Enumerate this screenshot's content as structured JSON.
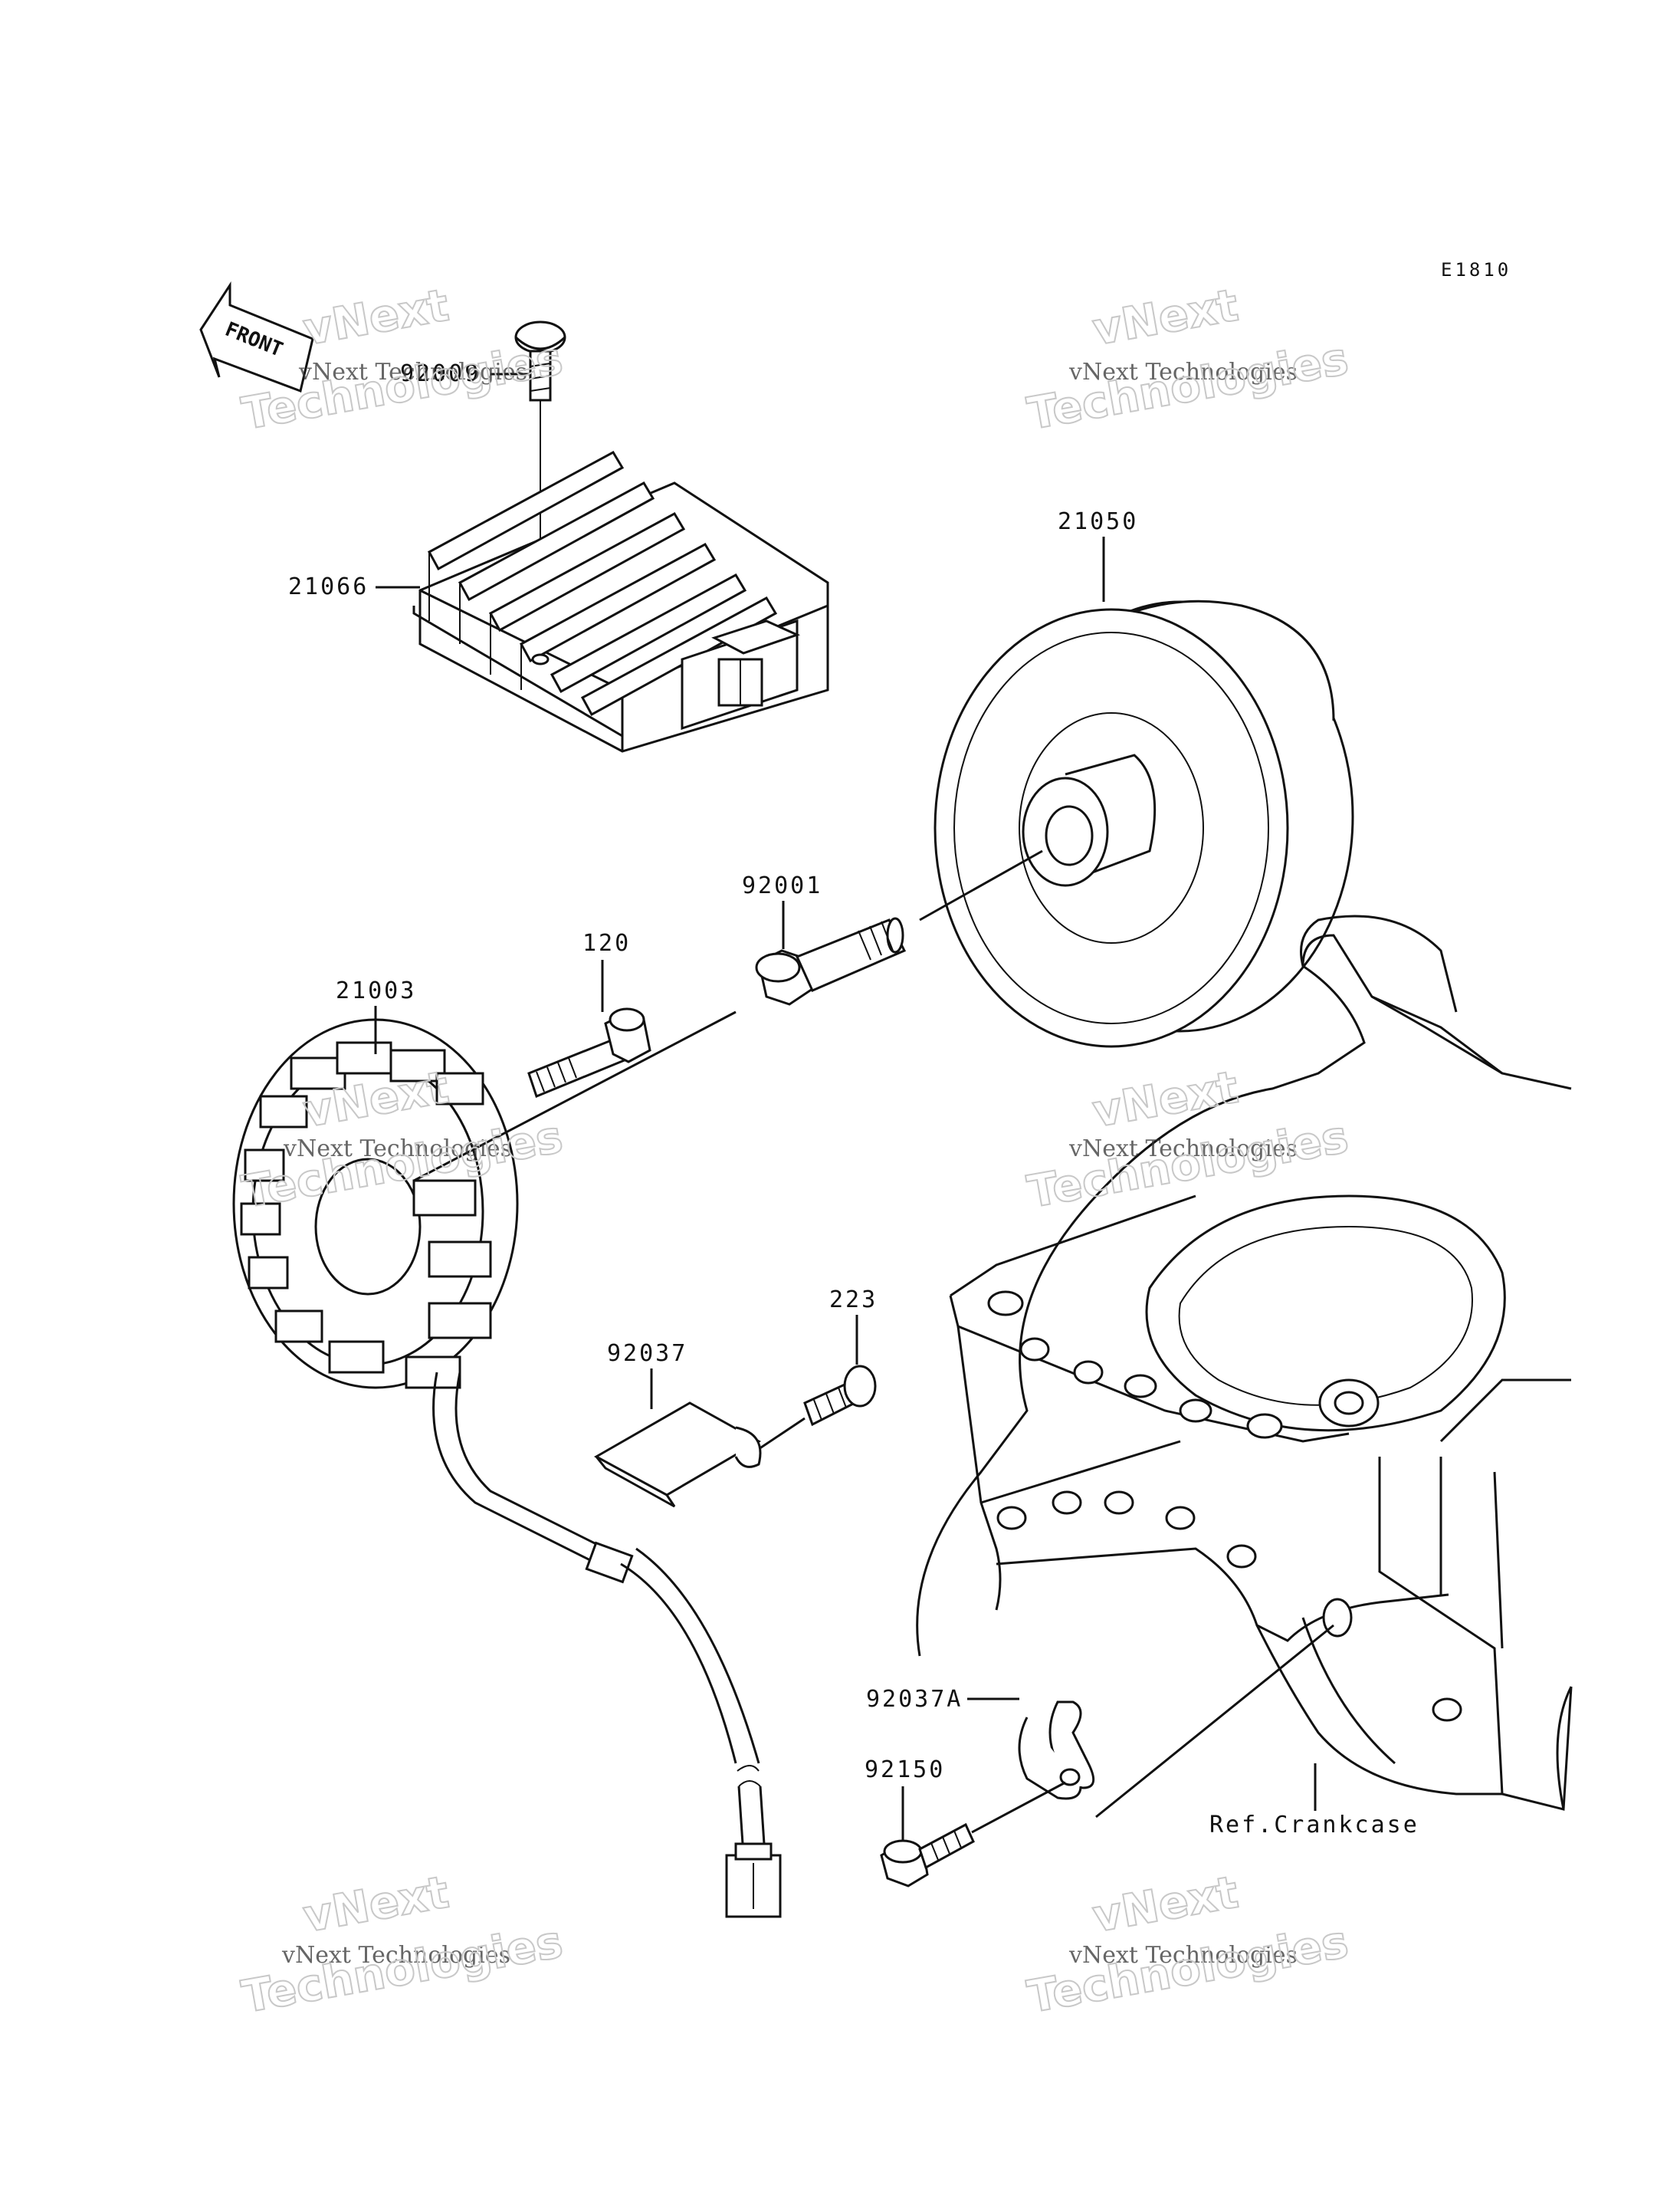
{
  "diagram_code": "E1810",
  "front_label": "FRONT",
  "watermark": {
    "line1": "vNext Technologies",
    "line2a": "vNext",
    "line2b": "Technologies"
  },
  "parts": {
    "screw_92009": "92009",
    "regulator": "21066",
    "rotor": "21050",
    "bolt_92001": "92001",
    "bolt_120": "120",
    "stator": "21003",
    "screw_223": "223",
    "plate_92037": "92037",
    "clamp_92037a": "92037A",
    "bolt_92150": "92150",
    "crankcase_ref": "Ref.Crankcase"
  }
}
